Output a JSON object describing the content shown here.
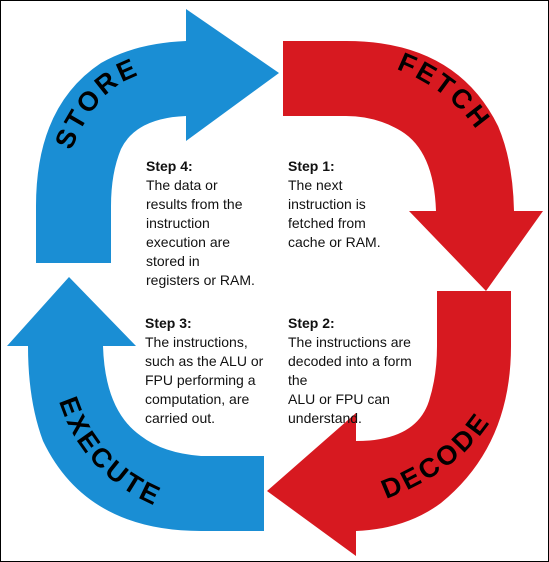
{
  "colors": {
    "red": "#d71920",
    "blue": "#1a8ed4",
    "text": "#111111",
    "background": "#ffffff"
  },
  "arrows": {
    "fetch": "FETCH",
    "decode": "DECODE",
    "execute": "EXECUTE",
    "store": "STORE"
  },
  "steps": {
    "step1": {
      "title": "Step 1:",
      "body": "The next\ninstruction is\nfetched from\ncache or RAM."
    },
    "step2": {
      "title": "Step 2:",
      "body": "The instructions are\ndecoded into a form the\nALU or FPU can\nunderstand."
    },
    "step3": {
      "title": "Step 3:",
      "body": "The instructions,\nsuch as the ALU or\nFPU performing a\ncomputation, are\ncarried out."
    },
    "step4": {
      "title": "Step 4:",
      "body": "The data or\nresults from the\ninstruction\nexecution are\nstored in\nregisters or RAM."
    }
  }
}
